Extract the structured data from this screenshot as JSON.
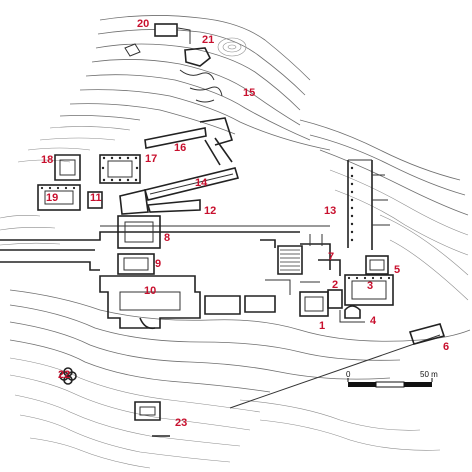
{
  "map": {
    "site_labels": [
      "1",
      "2",
      "3",
      "4",
      "5",
      "6",
      "7",
      "8",
      "9",
      "10",
      "11",
      "12",
      "13",
      "14",
      "15",
      "16",
      "17",
      "18",
      "19",
      "20",
      "21",
      "22",
      "23"
    ],
    "label_color": "#c8102e",
    "wall_color": "#222222",
    "contour_color": "#6f6f6f"
  },
  "scale_bar": {
    "start_label": "0",
    "end_label": "50 m"
  }
}
